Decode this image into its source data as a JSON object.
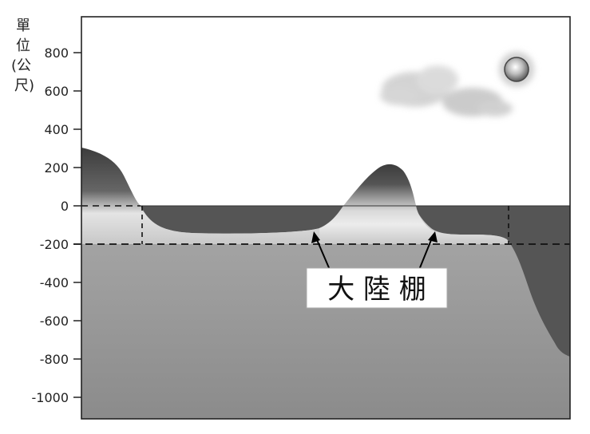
{
  "unit_label": "單位(公尺)",
  "unit_chars": [
    "單",
    "位",
    "(公",
    "尺)"
  ],
  "y_ticks": [
    {
      "value": 800,
      "label": "800"
    },
    {
      "value": 600,
      "label": "600"
    },
    {
      "value": 400,
      "label": "400"
    },
    {
      "value": 200,
      "label": "200"
    },
    {
      "value": 0,
      "label": "0"
    },
    {
      "value": -200,
      "label": "-200"
    },
    {
      "value": -400,
      "label": "-400"
    },
    {
      "value": -600,
      "label": "-600"
    },
    {
      "value": -800,
      "label": "-800"
    },
    {
      "value": -1000,
      "label": "-1000"
    }
  ],
  "sea_level_m": 0,
  "shelf_break_depth_m": -200,
  "callout": {
    "text": "大 陸 棚"
  },
  "colors": {
    "sky": "#ffffff",
    "sea": "#5a5a5a",
    "land_dark": "#4a4a4a",
    "land_light": "#d8d8d8",
    "deep_water_top": "#9a9a9a",
    "deep_water_bottom": "#8a8a8a",
    "frame": "#222222"
  },
  "icons": {
    "sun": "sun-icon",
    "cloud": "cloud-icon"
  }
}
